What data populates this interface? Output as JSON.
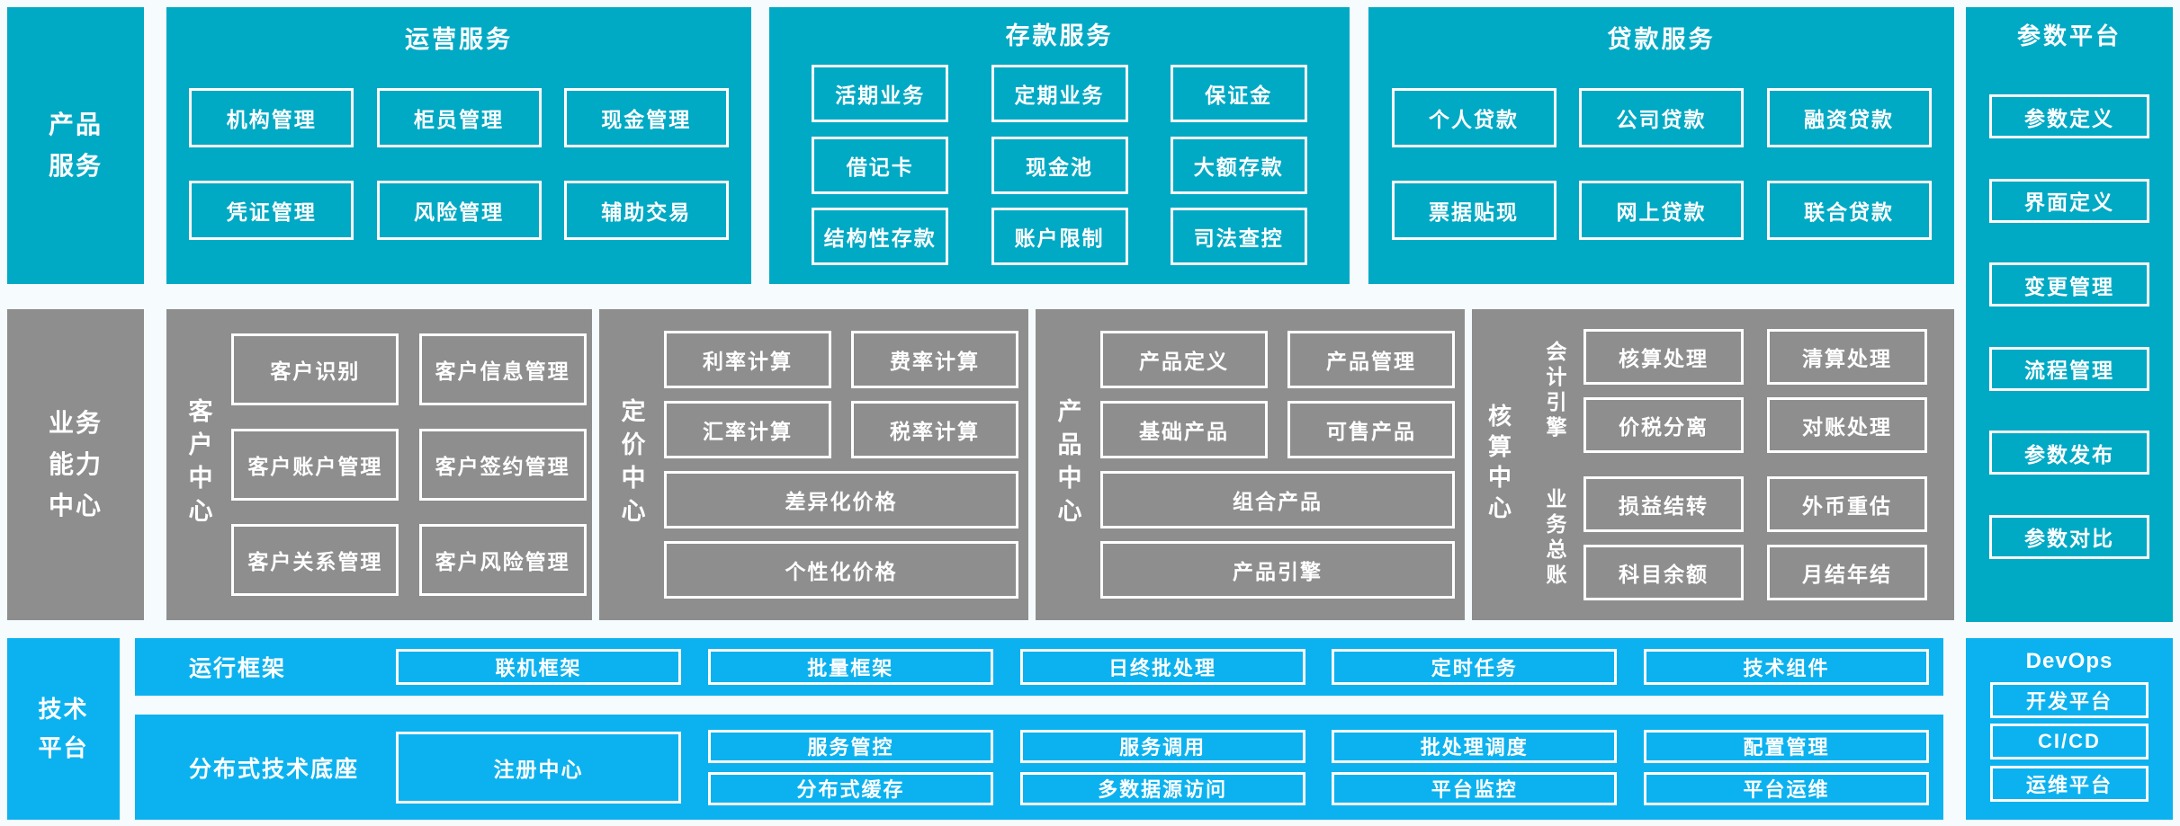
{
  "palette": {
    "teal": "#00a9c4",
    "gray": "#8e8e8e",
    "blue": "#0cb2ef",
    "box_border": "#ffffff",
    "text": "#ffffff",
    "page_bg": "#f6fcfe"
  },
  "bands": {
    "products_label": "产品服务",
    "capabilities_label": "业务能力中心",
    "technology_label": "技术平台"
  },
  "operations": {
    "title": "运营服务",
    "boxes": [
      "机构管理",
      "柜员管理",
      "现金管理",
      "凭证管理",
      "风险管理",
      "辅助交易"
    ]
  },
  "deposits": {
    "title": "存款服务",
    "boxes": [
      "活期业务",
      "定期业务",
      "保证金",
      "借记卡",
      "现金池",
      "大额存款",
      "结构性存款",
      "账户限制",
      "司法查控"
    ]
  },
  "loans": {
    "title": "贷款服务",
    "boxes": [
      "个人贷款",
      "公司贷款",
      "融资贷款",
      "票据贴现",
      "网上贷款",
      "联合贷款"
    ]
  },
  "parameter_platform": {
    "title": "参数平台",
    "boxes": [
      "参数定义",
      "界面定义",
      "变更管理",
      "流程管理",
      "参数发布",
      "参数对比"
    ]
  },
  "customer_center": {
    "label": "客户中心",
    "boxes": [
      "客户识别",
      "客户信息管理",
      "客户账户管理",
      "客户签约管理",
      "客户关系管理",
      "客户风险管理"
    ]
  },
  "pricing_center": {
    "label": "定价中心",
    "boxes": [
      "利率计算",
      "费率计算",
      "汇率计算",
      "税率计算"
    ],
    "wide_boxes": [
      "差异化价格",
      "个性化价格"
    ]
  },
  "product_center": {
    "label": "产品中心",
    "boxes": [
      "产品定义",
      "产品管理",
      "基础产品",
      "可售产品"
    ],
    "wide_boxes": [
      "组合产品",
      "产品引擎"
    ]
  },
  "accounting_center": {
    "label": "核算中心",
    "groups": [
      {
        "label": "会计引擎",
        "boxes": [
          "核算处理",
          "清算处理",
          "价税分离",
          "对账处理"
        ]
      },
      {
        "label": "业务总账",
        "boxes": [
          "损益结转",
          "外币重估",
          "科目余额",
          "月结年结"
        ]
      }
    ]
  },
  "runtime_framework": {
    "label": "运行框架",
    "boxes": [
      "联机框架",
      "批量框架",
      "日终批处理",
      "定时任务",
      "技术组件"
    ]
  },
  "distributed_base": {
    "label": "分布式技术底座",
    "registry_box": "注册中心",
    "row1_boxes": [
      "服务管控",
      "服务调用",
      "批处理调度",
      "配置管理"
    ],
    "row2_boxes": [
      "分布式缓存",
      "多数据源访问",
      "平台监控",
      "平台运维"
    ]
  },
  "devops": {
    "title": "DevOps",
    "boxes": [
      "开发平台",
      "CI/CD",
      "运维平台"
    ]
  }
}
